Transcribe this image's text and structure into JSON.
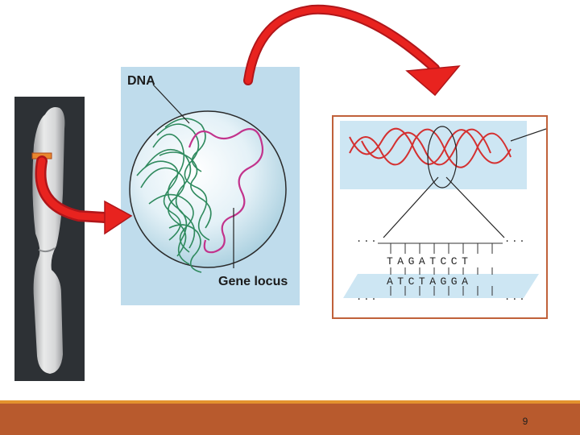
{
  "diagram": {
    "dna_label": "DNA",
    "gene_locus_label": "Gene locus",
    "sequence": {
      "top_strand": "TAGATCCT",
      "bottom_strand": "ATCTAGGA",
      "ellipsis": "..."
    }
  },
  "footer": {
    "page_number": "9"
  },
  "colors": {
    "arrow": "#e8231f",
    "footer_bar": "#b85a2d",
    "footer_line": "#e3922e",
    "panel_border": "#c0613a",
    "nucleus_bg": "#bfdcec",
    "dna_strand": "#2f8a5e",
    "gene_strand": "#c2338c"
  }
}
